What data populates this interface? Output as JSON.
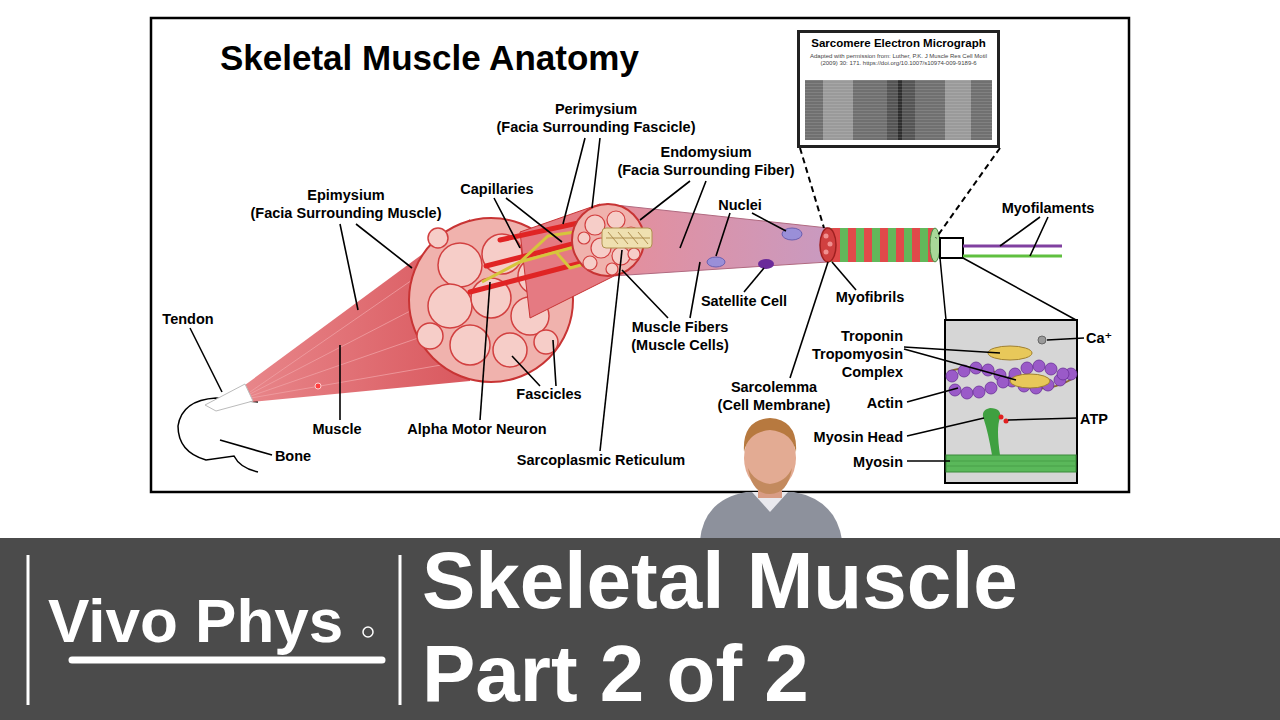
{
  "diagram": {
    "title": "Skeletal Muscle Anatomy",
    "nodes": [
      {
        "text": [
          "Sarcomere Electron Micrograph",
          "Adapted with permission from: Luther, P.K. J Muscle Res Cell Motil (2009) 30: 171. https://doi.org/10.1007/s10974-009-9189-6"
        ]
      },
      {
        "text": [
          "Vivo Phys",
          "Skeletal Muscle Part 2 of 2"
        ]
      }
    ],
    "labels": [
      "Perimysium (Facia Surrounding Fascicle)",
      "Endomysium (Facia Surrounding Fiber)",
      "Epimysium (Facia Surrounding Muscle)",
      "Capillaries",
      "Nuclei",
      "Myofilaments",
      "Tendon",
      "Satellite Cell",
      "Myofibrils",
      "Muscle Fibers (Muscle Cells)",
      "Fascicles",
      "Troponin Tropomyosin Complex",
      "Ca⁺",
      "Muscle",
      "Alpha Motor Neuron",
      "Sarcolemma (Cell Membrane)",
      "Actin",
      "ATP",
      "Myosin Head",
      "Bone",
      "Sarcoplasmic Reticulum",
      "Myosin"
    ]
  }
}
